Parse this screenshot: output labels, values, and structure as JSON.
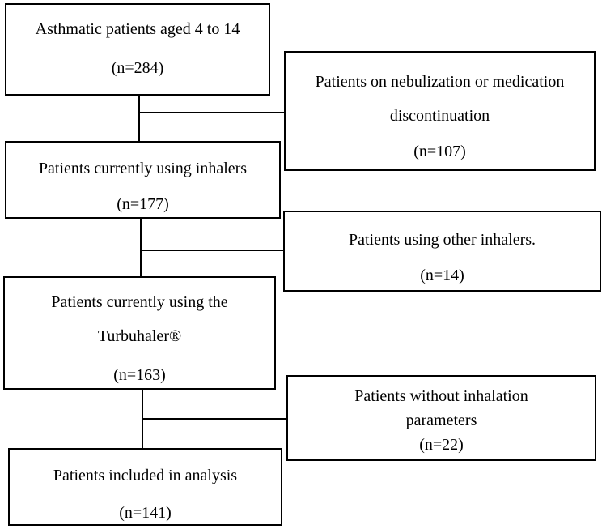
{
  "flowchart": {
    "main_steps": [
      {
        "title": "Asthmatic patients aged 4 to 14",
        "count": "(n=284)"
      },
      {
        "title": "Patients currently using inhalers",
        "count": "(n=177)"
      },
      {
        "title_line1": "Patients currently using the",
        "title_line2": "Turbuhaler®",
        "count": "(n=163)"
      },
      {
        "title": "Patients included in analysis",
        "count": "(n=141)"
      }
    ],
    "exclusions": [
      {
        "title_line1": "Patients on nebulization or medication",
        "title_line2": "discontinuation",
        "count": "(n=107)"
      },
      {
        "title": "Patients using other inhalers.",
        "count": "(n=14)"
      },
      {
        "title_line1": "Patients without inhalation",
        "title_line2": "parameters",
        "count": "(n=22)"
      }
    ]
  }
}
